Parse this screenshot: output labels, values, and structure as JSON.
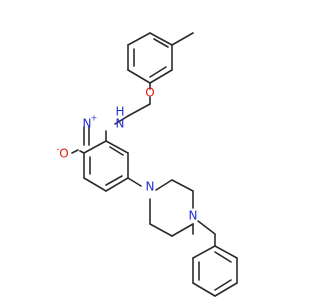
{
  "colors": {
    "carbon": "#2b2b2b",
    "nitrogen": "#1f2fd1",
    "oxygen": "#e3190f",
    "background": "#ffffff"
  },
  "atoms": {
    "ether_oxygen": "O",
    "amine_nitrogen": "N",
    "amine_hydrogen": "H",
    "nitro_nitrogen": "N",
    "nitro_nitrogen_charge": "+",
    "nitro_oxygen": "O",
    "nitro_oxygen_charge": "-",
    "piperazine_n1": "N",
    "piperazine_n4": "N"
  }
}
